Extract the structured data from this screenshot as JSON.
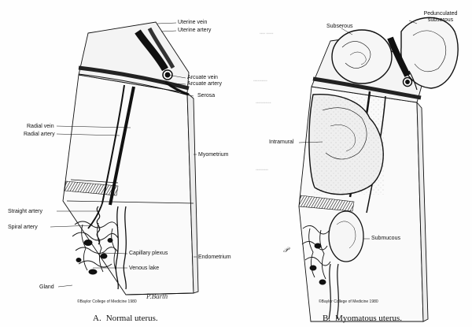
{
  "panel_a": {
    "labels": {
      "uterine_vein": "Uterine vein",
      "uterine_artery": "Uterine artery",
      "arcuate_vein": "Arcuate vein",
      "arcuate_artery": "Arcuate artery",
      "serosa": "Serosa",
      "radial_vein": "Radial vein",
      "radial_artery": "Radial artery",
      "myometrium": "Myometrium",
      "straight_artery": "Straight artery",
      "spiral_artery": "Spiral artery",
      "capillary_plexus": "Capillary plexus",
      "venous_lake": "Venous lake",
      "endometrium": "Endometrium",
      "gland": "Gland"
    },
    "copyright": "©Baylor College of Medicine 1980",
    "signature": "P.Barth",
    "caption_letter": "A.",
    "caption_text": "Normal uterus."
  },
  "panel_b": {
    "labels": {
      "subserous": "Subserous",
      "pedunculated_subserous": "Pedunculated subserous",
      "intramural": "Intramural",
      "submucous": "Submucous"
    },
    "copyright": "©Baylor College of Medicine 1980",
    "caption_letter": "B.",
    "caption_text": "Myomatous uterus."
  },
  "colors": {
    "ink": "#111111",
    "paper": "#fefefe",
    "tissue": "#f2f2f2"
  }
}
